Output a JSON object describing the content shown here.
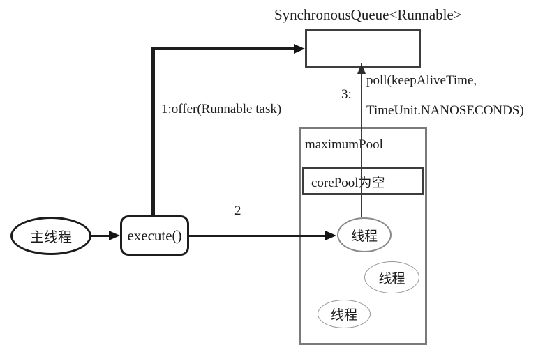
{
  "diagram": {
    "title": "SynchronousQueue<Runnable>",
    "labels": {
      "offer": "1:offer(Runnable task)",
      "step3": "3:",
      "poll_line1": "poll(keepAliveTime,",
      "poll_line2": "TimeUnit.NANOSECONDS)",
      "step2": "2"
    },
    "nodes": {
      "main_thread": "主线程",
      "execute": "execute()",
      "maximum_pool": "maximumPool",
      "core_pool_empty": "corePool为空",
      "thread_1": "线程",
      "thread_2": "线程",
      "thread_3": "线程"
    },
    "colors": {
      "background": "#ffffff",
      "line": "#1c1c1c",
      "queue_border": "#3d3d3d",
      "maxpool_border": "#7a7a7a",
      "corepool_border": "#3d3d3d",
      "thread_ellipse_border": "#8a8a8a",
      "text": "#1f1f1f"
    }
  }
}
